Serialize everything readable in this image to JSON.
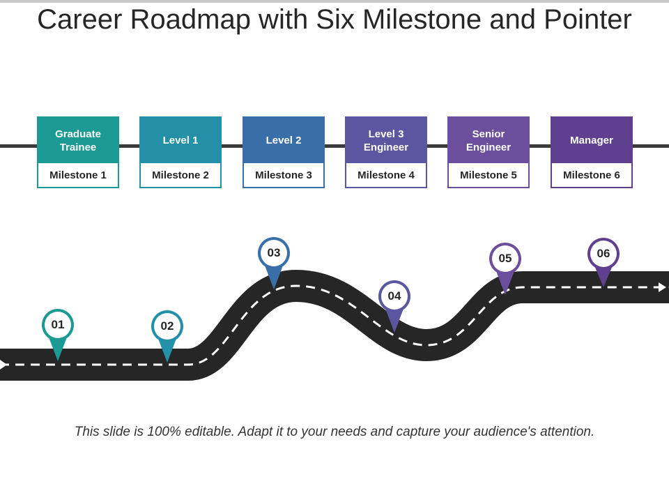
{
  "title": "Career Roadmap with Six Milestone and Pointer",
  "colors": {
    "m1": "#1a9a93",
    "m2": "#2390a8",
    "m3": "#3a6ea8",
    "m4": "#5a56a0",
    "m5": "#6b4f9c",
    "m6": "#5e3f90",
    "road": "#262626",
    "dash": "#ffffff"
  },
  "milestones": [
    {
      "role": "Graduate Trainee",
      "label": "Milestone 1",
      "pin": "01"
    },
    {
      "role": "Level 1",
      "label": "Milestone 2",
      "pin": "02"
    },
    {
      "role": "Level 2",
      "label": "Milestone 3",
      "pin": "03"
    },
    {
      "role": "Level 3 Engineer",
      "label": "Milestone 4",
      "pin": "04"
    },
    {
      "role": "Senior Engineer",
      "label": "Milestone 5",
      "pin": "05"
    },
    {
      "role": "Manager",
      "label": "Milestone 6",
      "pin": "06"
    }
  ],
  "caption": "This slide is 100% editable. Adapt it to your needs and capture your audience's attention."
}
